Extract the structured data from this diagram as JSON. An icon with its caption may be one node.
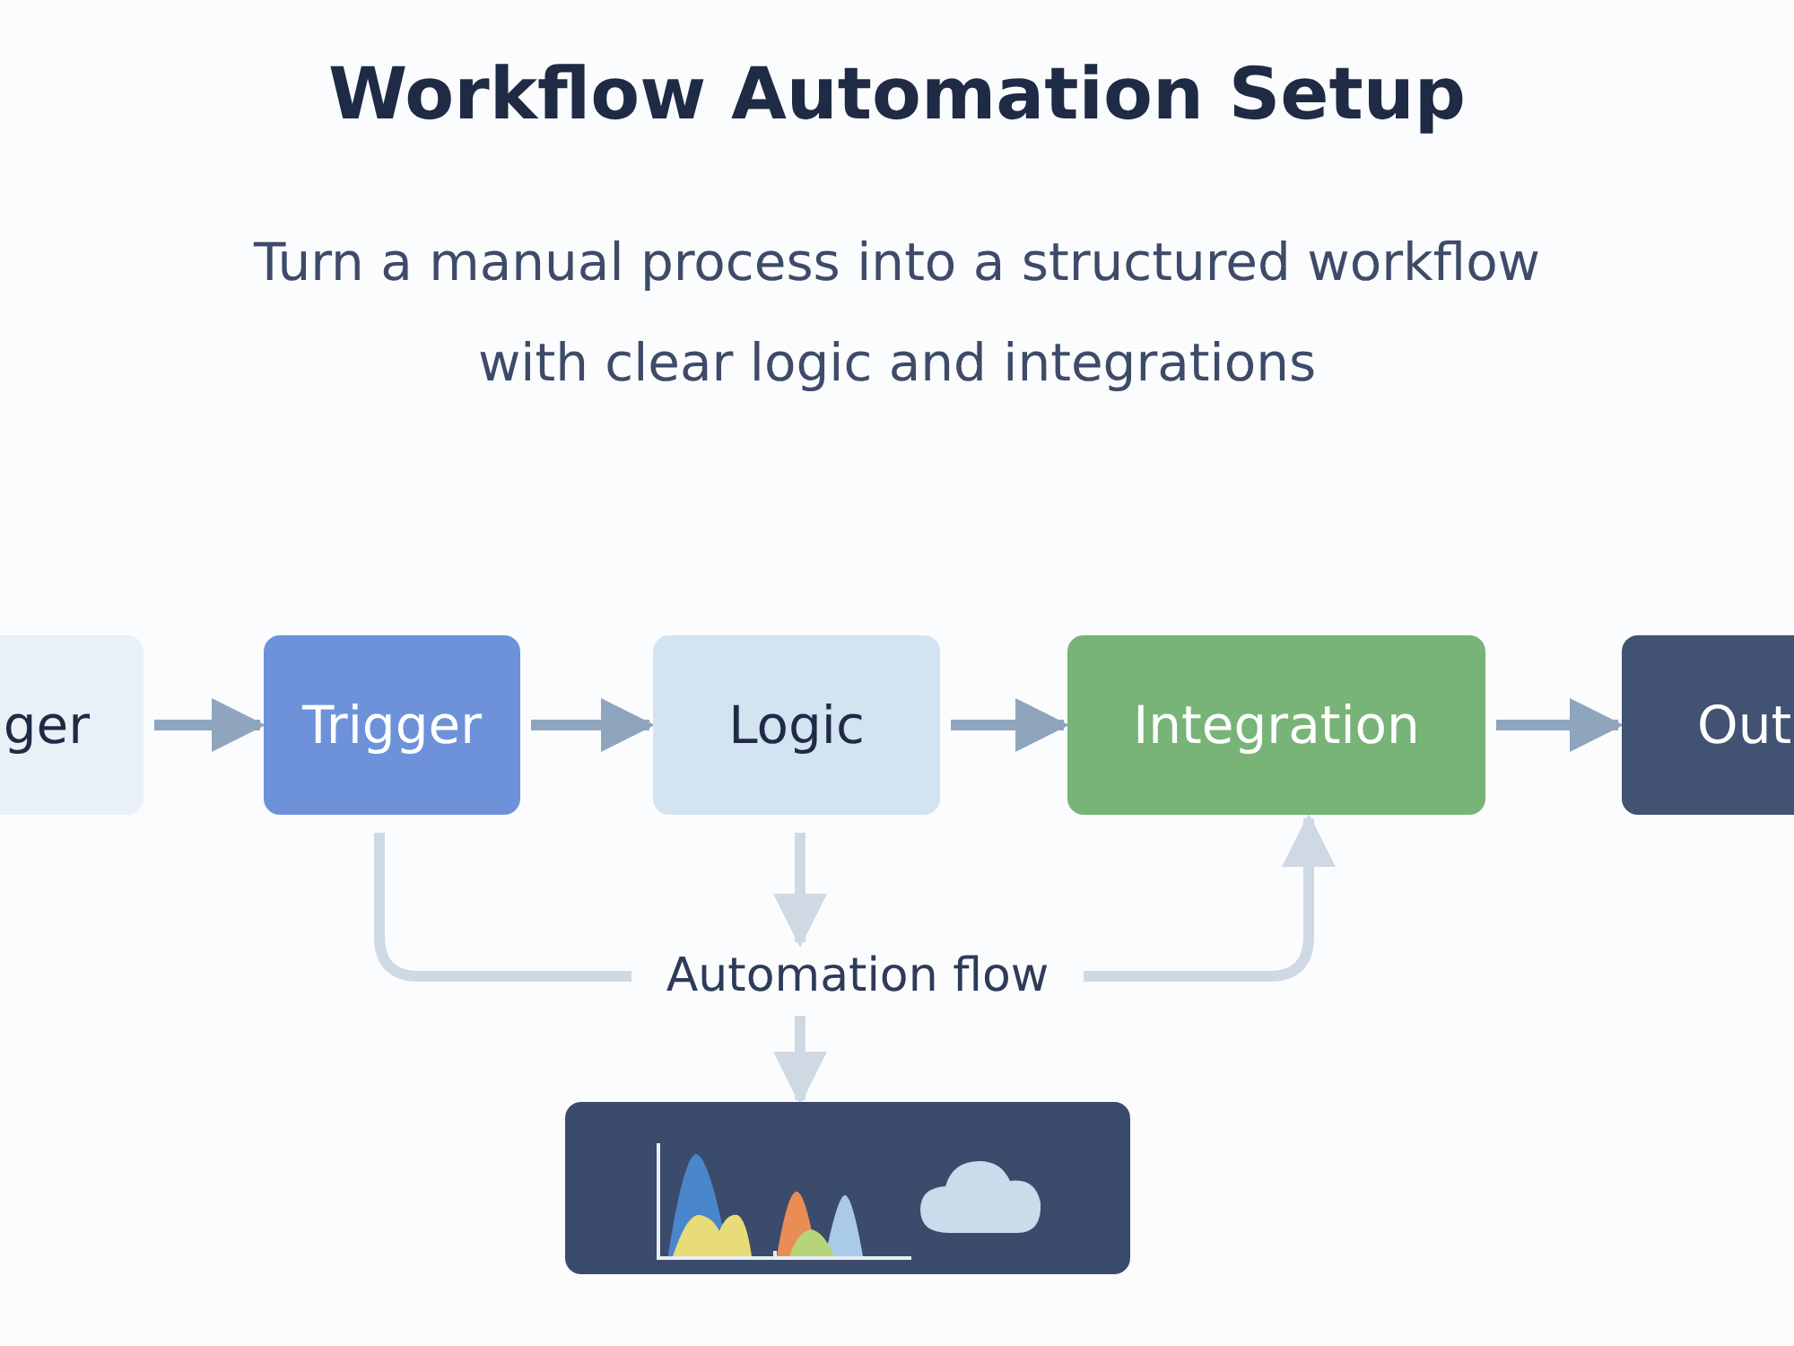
{
  "diagram": {
    "title": "Workflow Automation Setup",
    "labels": [
      "Turn a manual process into a structured workflow with clear logic and integrations"
    ],
    "nodes": [
      {
        "text": [
          "ger"
        ]
      },
      {
        "text": [
          "Trigger"
        ]
      },
      {
        "text": [
          "Logic"
        ]
      },
      {
        "text": [
          "Integration"
        ]
      },
      {
        "text": [
          "Out"
        ]
      },
      {
        "text": [
          "Automation flow"
        ]
      },
      {
        "text": [],
        "shape": "box"
      }
    ],
    "edges": [
      {
        "from": 0,
        "to": 1,
        "arrow": "to"
      },
      {
        "from": 1,
        "to": 2,
        "arrow": "to"
      },
      {
        "from": 2,
        "to": 3,
        "arrow": "to"
      },
      {
        "from": 3,
        "to": 4,
        "arrow": "to"
      },
      {
        "from": 1,
        "to": 5,
        "arrow": "none",
        "color": "#cfd9e4"
      },
      {
        "from": 2,
        "to": 5,
        "arrow": "to",
        "color": "#cfd9e4"
      },
      {
        "from": 5,
        "to": 3,
        "arrow": "to",
        "color": "#cfd9e4"
      },
      {
        "from": 5,
        "to": 6,
        "arrow": "to",
        "color": "#cfd9e4"
      }
    ]
  }
}
